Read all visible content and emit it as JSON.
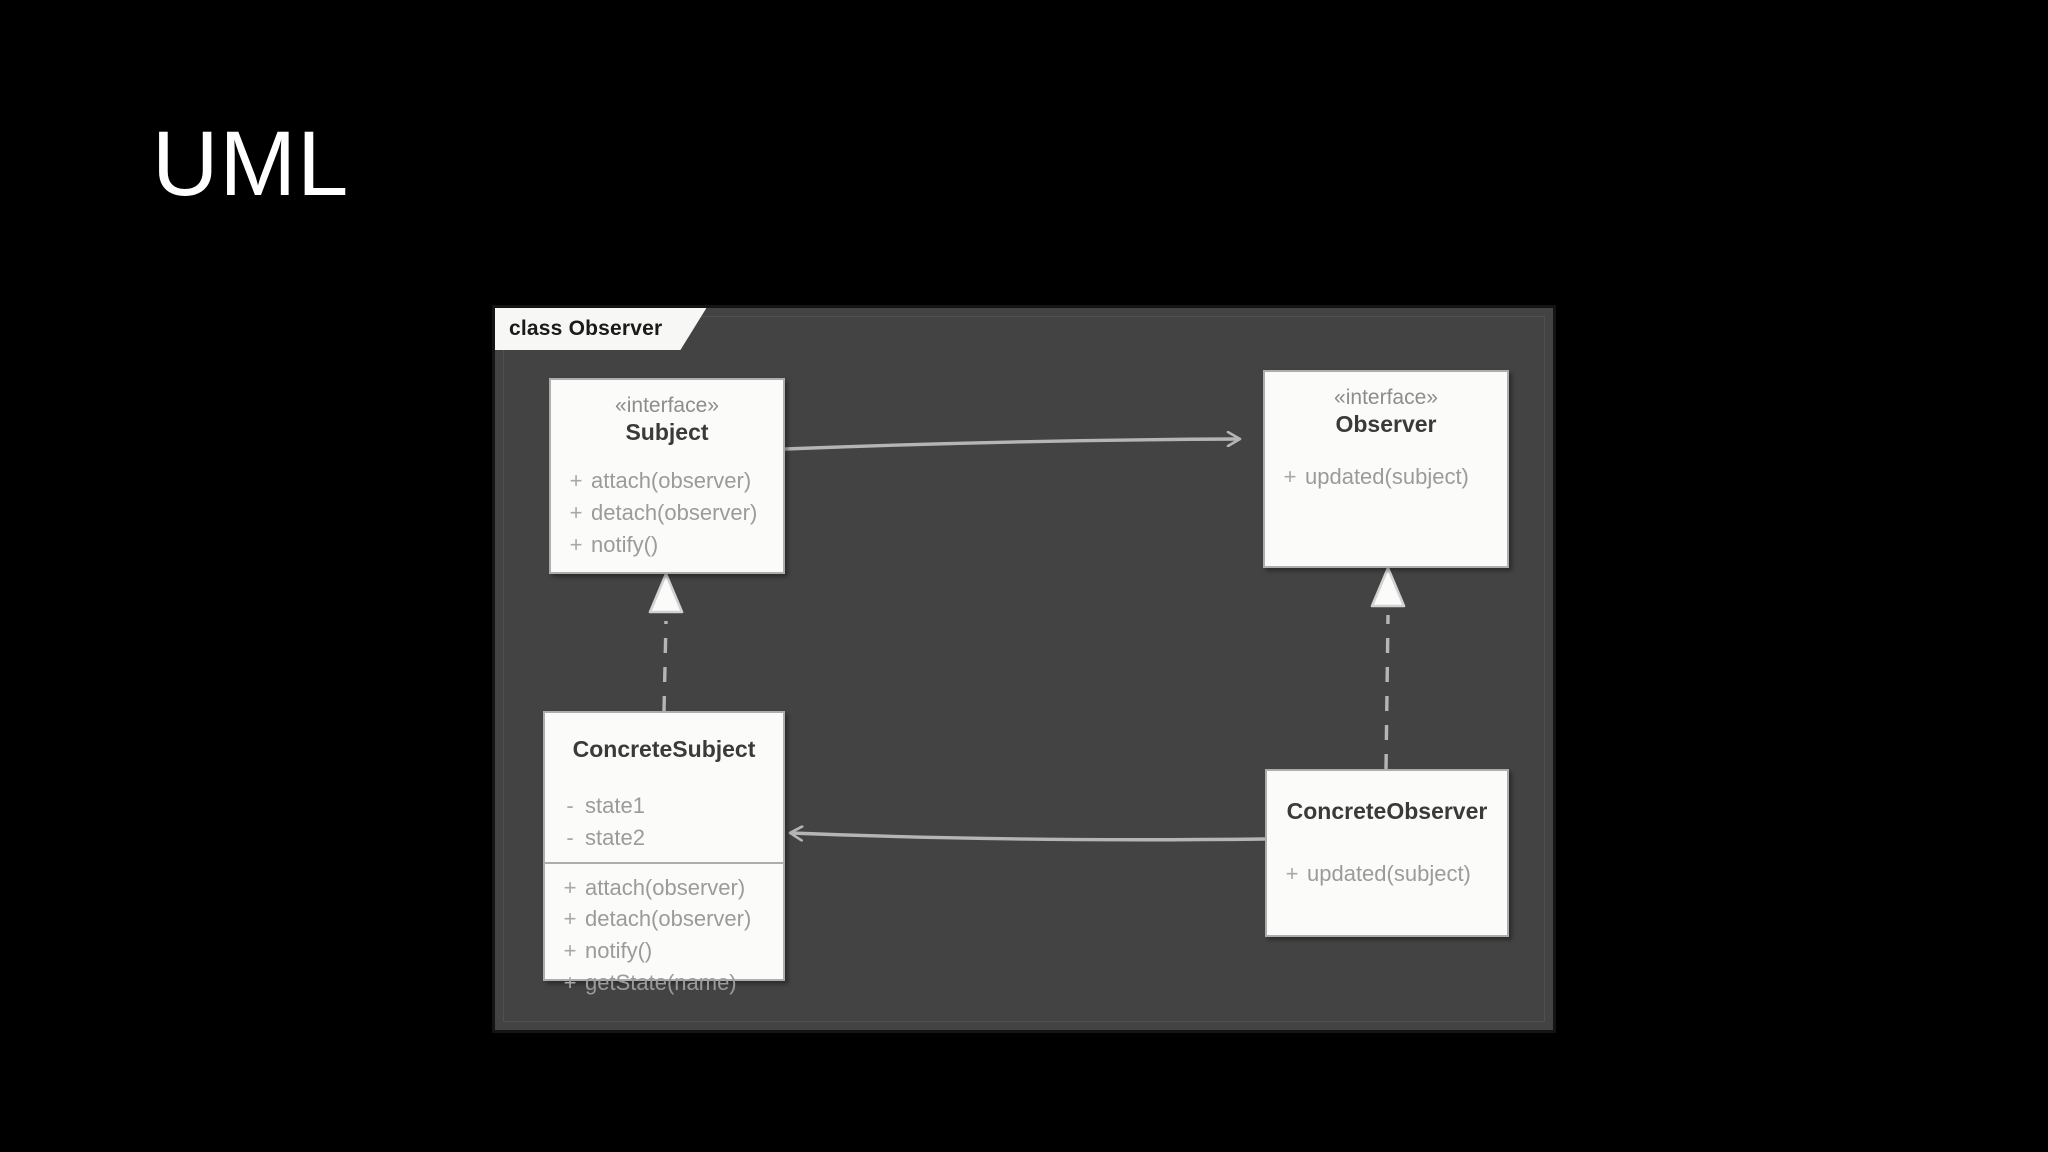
{
  "slide": {
    "title": "UML",
    "background_color": "#000000",
    "title_color": "#ffffff"
  },
  "diagram": {
    "frame_label": "class Observer",
    "canvas_color": "#434343",
    "box_fill": "#fbfbfa",
    "box_border": "#adadad",
    "line_color": "#b5b5b5",
    "type": "uml-class-diagram",
    "pattern": "Observer",
    "classes": [
      {
        "id": "subject",
        "stereotype": "«interface»",
        "name": "Subject",
        "attributes": [],
        "operations": [
          {
            "visibility": "+",
            "signature": "attach(observer)"
          },
          {
            "visibility": "+",
            "signature": "detach(observer)"
          },
          {
            "visibility": "+",
            "signature": "notify()"
          }
        ]
      },
      {
        "id": "observer",
        "stereotype": "«interface»",
        "name": "Observer",
        "attributes": [],
        "operations": [
          {
            "visibility": "+",
            "signature": "updated(subject)"
          }
        ]
      },
      {
        "id": "concrete-subject",
        "stereotype": "",
        "name": "ConcreteSubject",
        "attributes": [
          {
            "visibility": "-",
            "signature": "state1"
          },
          {
            "visibility": "-",
            "signature": "state2"
          }
        ],
        "operations": [
          {
            "visibility": "+",
            "signature": "attach(observer)"
          },
          {
            "visibility": "+",
            "signature": "detach(observer)"
          },
          {
            "visibility": "+",
            "signature": "notify()"
          },
          {
            "visibility": "+",
            "signature": "getState(name)"
          }
        ]
      },
      {
        "id": "concrete-observer",
        "stereotype": "",
        "name": "ConcreteObserver",
        "attributes": [],
        "operations": [
          {
            "visibility": "+",
            "signature": "updated(subject)"
          }
        ]
      }
    ],
    "relationships": [
      {
        "id": "subject-to-observer",
        "from": "Subject",
        "to": "Observer",
        "type": "association",
        "arrow": "open-arrow",
        "line": "solid"
      },
      {
        "id": "concretesubject-realizes-subject",
        "from": "ConcreteSubject",
        "to": "Subject",
        "type": "realization",
        "arrow": "hollow-triangle",
        "line": "dashed"
      },
      {
        "id": "concreteobserver-realizes-observer",
        "from": "ConcreteObserver",
        "to": "Observer",
        "type": "realization",
        "arrow": "hollow-triangle",
        "line": "dashed"
      },
      {
        "id": "concreteobserver-to-concretesubject",
        "from": "ConcreteObserver",
        "to": "ConcreteSubject",
        "type": "association",
        "arrow": "open-arrow",
        "line": "solid"
      }
    ]
  }
}
